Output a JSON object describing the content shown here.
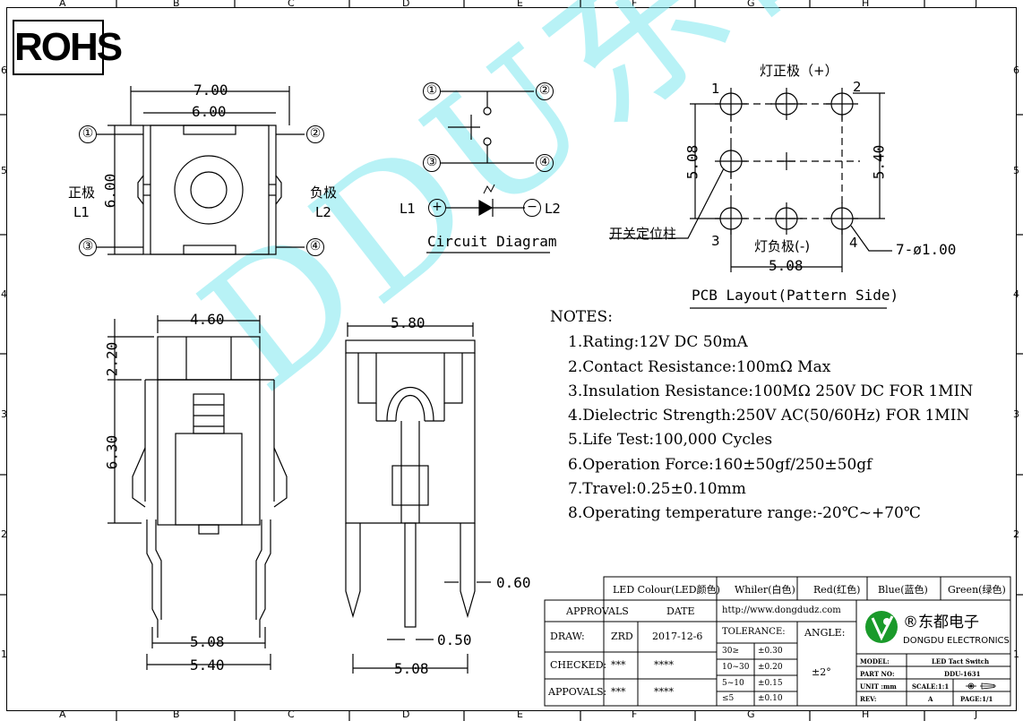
{
  "zones": {
    "columns": [
      "A",
      "B",
      "C",
      "D",
      "E",
      "F",
      "G",
      "H",
      "J"
    ],
    "rows": [
      "6",
      "5",
      "4",
      "3",
      "2",
      "1"
    ]
  },
  "rohs": "ROHS",
  "top_view": {
    "dims": {
      "w1": "7.00",
      "w2": "6.00",
      "h": "6.00"
    },
    "pins": [
      "①",
      "②",
      "③",
      "④"
    ],
    "left_label": "正极",
    "left_sub": "L1",
    "right_label": "负极",
    "right_sub": "L2"
  },
  "circuit": {
    "pins": [
      "①",
      "②",
      "③",
      "④"
    ],
    "l1": "L1",
    "l2": "L2",
    "plus": "+",
    "minus": "−",
    "title": "Circuit Diagram"
  },
  "pcb": {
    "label_top": "灯正极（+）",
    "label_bottom": "灯负极(-)",
    "post_label": "开关定位柱",
    "pin1": "1",
    "pin2": "2",
    "pin3": "3",
    "pin4": "4",
    "dim_left": "5.08",
    "dim_right": "5.40",
    "dim_bottom": "5.08",
    "holes": "7-ø1.00",
    "title": "PCB Layout(Pattern Side)"
  },
  "front_view": {
    "dims": {
      "w": "4.60",
      "h1": "2.20",
      "h2": "6.30",
      "b1": "5.08",
      "b2": "5.40"
    }
  },
  "side_view": {
    "dims": {
      "w": "5.80",
      "pin_w": "0.60",
      "pin_t": "0.50",
      "b": "5.08"
    }
  },
  "notes": {
    "heading": "NOTES:",
    "items": [
      "1.Rating:12V DC 50mA",
      "2.Contact Resistance:100mΩ Max",
      "3.Insulation Resistance:100MΩ 250V DC FOR 1MIN",
      "4.Dielectric Strength:250V AC(50/60Hz) FOR 1MIN",
      "5.Life Test:100,000 Cycles",
      "6.Operation Force:160±50gf/250±50gf",
      "7.Travel:0.25±0.10mm",
      "8.Operating temperature range:-20℃~+70℃"
    ]
  },
  "watermark": "DDU东都",
  "led_colours": {
    "header": "LED Colour(LED颜色)",
    "options": [
      "Whiler(白色)",
      "Red(红色)",
      "Blue(蓝色)",
      "Green(绿色)"
    ]
  },
  "title_block": {
    "approvals_h": "APPROVALS",
    "date_h": "DATE",
    "url": "http://www.dongdudz.com",
    "rows": [
      {
        "label": "DRAW:",
        "name": "ZRD",
        "date": "2017-12-6"
      },
      {
        "label": "CHECKED:",
        "name": "***",
        "date": "****"
      },
      {
        "label": "APPOVALS:",
        "name": "***",
        "date": "****"
      }
    ],
    "tolerance_h": "TOLERANCE:",
    "angle_h": "ANGLE:",
    "tolerances": [
      {
        "range": "30≥",
        "tol": "±0.30"
      },
      {
        "range": "10~30",
        "tol": "±0.20"
      },
      {
        "range": "5~10",
        "tol": "±0.15"
      },
      {
        "range": "≤5",
        "tol": "±0.10"
      }
    ],
    "angle": "±2°",
    "company_cn": "®东都电子",
    "company_en": "DONGDU ELECTRONICS",
    "model_h": "MODEL:",
    "model": "LED Tact Switch",
    "partno_h": "PART NO:",
    "partno": "DDU-1631",
    "unit_h": "UNIT :mm",
    "scale": "SCALE:1:1",
    "rev_h": "REV:",
    "rev": "A",
    "page": "PAGE:1/1"
  },
  "colors": {
    "line": "#000000",
    "watermark": "#7fe8f0",
    "logo": "#1a9a2a"
  }
}
